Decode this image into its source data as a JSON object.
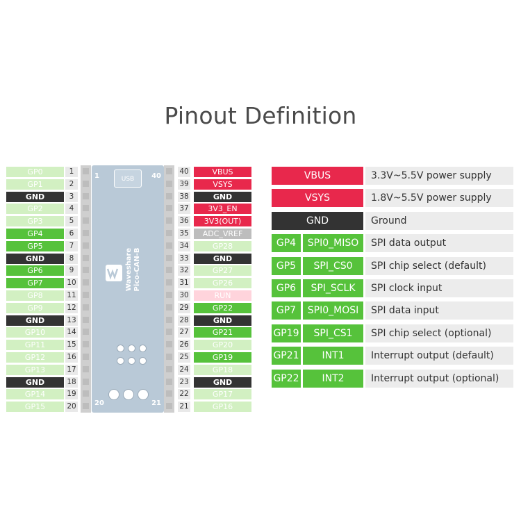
{
  "title": "Pinout Definition",
  "board": {
    "usb_label": "USB",
    "brand_line1": "Waveshare",
    "brand_line2": "Pico-CAN-B",
    "corner_tl": "1",
    "corner_tr": "40",
    "corner_bl": "20",
    "corner_br": "21"
  },
  "left_pins": [
    {
      "num": "1",
      "label": "GP0",
      "color": "lightgreen"
    },
    {
      "num": "2",
      "label": "GP1",
      "color": "lightgreen"
    },
    {
      "num": "3",
      "label": "GND",
      "color": "black"
    },
    {
      "num": "4",
      "label": "GP2",
      "color": "lightgreen"
    },
    {
      "num": "5",
      "label": "GP3",
      "color": "lightgreen"
    },
    {
      "num": "6",
      "label": "GP4",
      "color": "green"
    },
    {
      "num": "7",
      "label": "GP5",
      "color": "green"
    },
    {
      "num": "8",
      "label": "GND",
      "color": "black"
    },
    {
      "num": "9",
      "label": "GP6",
      "color": "green"
    },
    {
      "num": "10",
      "label": "GP7",
      "color": "green"
    },
    {
      "num": "11",
      "label": "GP8",
      "color": "lightgreen"
    },
    {
      "num": "12",
      "label": "GP9",
      "color": "lightgreen"
    },
    {
      "num": "13",
      "label": "GND",
      "color": "black"
    },
    {
      "num": "14",
      "label": "GP10",
      "color": "lightgreen"
    },
    {
      "num": "15",
      "label": "GP11",
      "color": "lightgreen"
    },
    {
      "num": "16",
      "label": "GP12",
      "color": "lightgreen"
    },
    {
      "num": "17",
      "label": "GP13",
      "color": "lightgreen"
    },
    {
      "num": "18",
      "label": "GND",
      "color": "black"
    },
    {
      "num": "19",
      "label": "GP14",
      "color": "lightgreen"
    },
    {
      "num": "20",
      "label": "GP15",
      "color": "lightgreen"
    }
  ],
  "right_pins": [
    {
      "num": "40",
      "label": "VBUS",
      "color": "red"
    },
    {
      "num": "39",
      "label": "VSYS",
      "color": "red"
    },
    {
      "num": "38",
      "label": "GND",
      "color": "black"
    },
    {
      "num": "37",
      "label": "3V3_EN",
      "color": "red"
    },
    {
      "num": "36",
      "label": "3V3(OUT)",
      "color": "red"
    },
    {
      "num": "35",
      "label": "ADC_VREF",
      "color": "gray"
    },
    {
      "num": "34",
      "label": "GP28",
      "color": "lightgreen"
    },
    {
      "num": "33",
      "label": "GND",
      "color": "black"
    },
    {
      "num": "32",
      "label": "GP27",
      "color": "lightgreen"
    },
    {
      "num": "31",
      "label": "GP26",
      "color": "lightgreen"
    },
    {
      "num": "30",
      "label": "RUN",
      "color": "lightred"
    },
    {
      "num": "29",
      "label": "GP22",
      "color": "green"
    },
    {
      "num": "28",
      "label": "GND",
      "color": "black"
    },
    {
      "num": "27",
      "label": "GP21",
      "color": "green"
    },
    {
      "num": "26",
      "label": "GP20",
      "color": "lightgreen"
    },
    {
      "num": "25",
      "label": "GP19",
      "color": "green"
    },
    {
      "num": "24",
      "label": "GP18",
      "color": "lightgreen"
    },
    {
      "num": "23",
      "label": "GND",
      "color": "black"
    },
    {
      "num": "22",
      "label": "GP17",
      "color": "lightgreen"
    },
    {
      "num": "21",
      "label": "GP16",
      "color": "lightgreen"
    }
  ],
  "definitions": [
    {
      "cells": [
        {
          "text": "VBUS",
          "color": "red"
        }
      ],
      "desc": "3.3V~5.5V power supply"
    },
    {
      "cells": [
        {
          "text": "VSYS",
          "color": "red"
        }
      ],
      "desc": "1.8V~5.5V power supply"
    },
    {
      "cells": [
        {
          "text": "GND",
          "color": "black"
        }
      ],
      "desc": "Ground"
    },
    {
      "cells": [
        {
          "text": "GP4",
          "color": "green"
        },
        {
          "text": "SPI0_MISO",
          "color": "green"
        }
      ],
      "desc": "SPI data output"
    },
    {
      "cells": [
        {
          "text": "GP5",
          "color": "green"
        },
        {
          "text": "SPI_CS0",
          "color": "green"
        }
      ],
      "desc": "SPI chip select (default)"
    },
    {
      "cells": [
        {
          "text": "GP6",
          "color": "green"
        },
        {
          "text": "SPI_SCLK",
          "color": "green"
        }
      ],
      "desc": "SPI clock input"
    },
    {
      "cells": [
        {
          "text": "GP7",
          "color": "green"
        },
        {
          "text": "SPI0_MOSI",
          "color": "green"
        }
      ],
      "desc": "SPI data input"
    },
    {
      "cells": [
        {
          "text": "GP19",
          "color": "green"
        },
        {
          "text": "SPI_CS1",
          "color": "green"
        }
      ],
      "desc": "SPI chip select (optional)"
    },
    {
      "cells": [
        {
          "text": "GP21",
          "color": "green"
        },
        {
          "text": "INT1",
          "color": "green"
        }
      ],
      "desc": "Interrupt output (default)"
    },
    {
      "cells": [
        {
          "text": "GP22",
          "color": "green"
        },
        {
          "text": "INT2",
          "color": "green"
        }
      ],
      "desc": "Interrupt output (optional)"
    }
  ]
}
